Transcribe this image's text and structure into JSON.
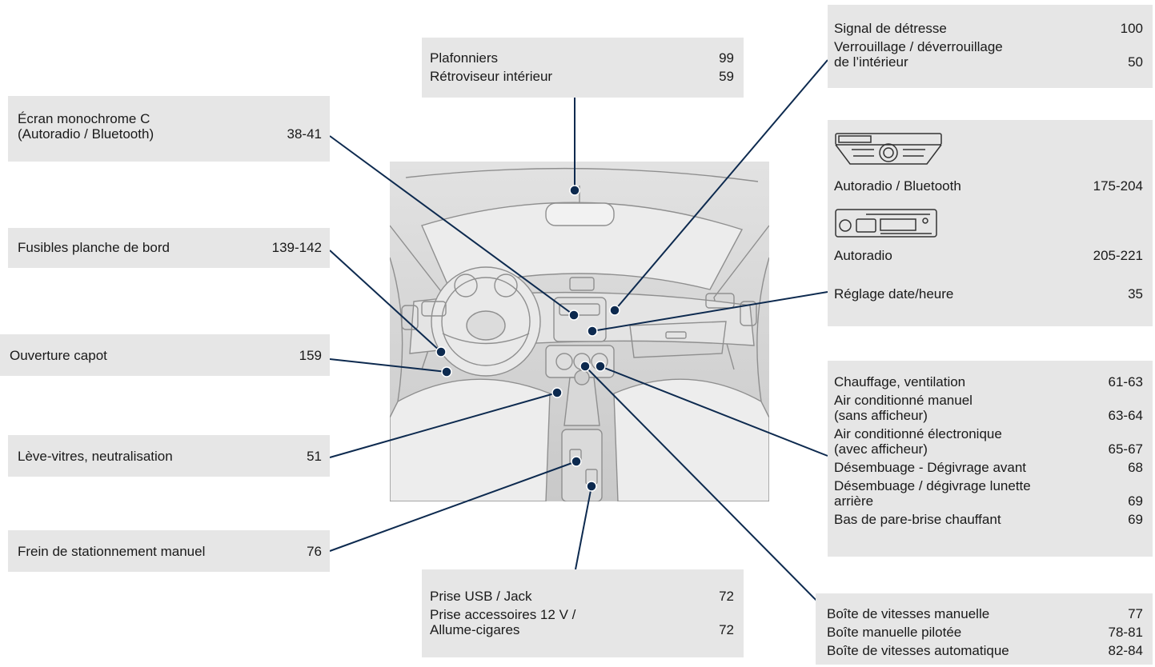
{
  "boxes": {
    "plafonniers": [
      {
        "label": "Plafonniers",
        "page": "99"
      },
      {
        "label": "Rétroviseur intérieur",
        "page": "59"
      }
    ],
    "ecran": [
      {
        "label": "Écran monochrome C\n  (Autoradio / Bluetooth)",
        "page": "38-41"
      }
    ],
    "fusibles": [
      {
        "label": "Fusibles planche de bord",
        "page": "139-142"
      }
    ],
    "capot": [
      {
        "label": "Ouverture capot",
        "page": "159"
      }
    ],
    "leve_vitres": [
      {
        "label": "Lève-vitres, neutralisation",
        "page": "51"
      }
    ],
    "frein": [
      {
        "label": "Frein de stationnement manuel",
        "page": "76"
      }
    ],
    "prise": [
      {
        "label": "Prise USB / Jack",
        "page": "72"
      },
      {
        "label": "Prise accessoires 12 V /\n  Allume-cigares",
        "page": "72"
      }
    ],
    "signal": [
      {
        "label": "Signal de détresse",
        "page": "100"
      },
      {
        "label": "Verrouillage / déverrouillage\n  de l’intérieur",
        "page": "50"
      }
    ],
    "autoradio": [
      {
        "label": "Autoradio / Bluetooth",
        "page": "175-204"
      },
      {
        "label": "Autoradio",
        "page": "205-221"
      },
      {
        "label": "Réglage date/heure",
        "page": "35"
      }
    ],
    "chauffage": [
      {
        "label": "Chauffage, ventilation",
        "page": "61-63"
      },
      {
        "label": "Air conditionné manuel\n  (sans afficheur)",
        "page": "63-64"
      },
      {
        "label": "Air conditionné électronique\n  (avec afficheur)",
        "page": "65-67"
      },
      {
        "label": "Désembuage - Dégivrage avant",
        "page": "68"
      },
      {
        "label": "Désembuage / dégivrage lunette\n  arrière",
        "page": "69"
      },
      {
        "label": "Bas de pare-brise chauffant",
        "page": "69"
      }
    ],
    "boite": [
      {
        "label": "Boîte de vitesses manuelle",
        "page": "77"
      },
      {
        "label": "Boîte manuelle pilotée",
        "page": "78-81"
      },
      {
        "label": "Boîte de vitesses automatique",
        "page": "82-84"
      }
    ]
  },
  "colors": {
    "box_bg": "#e6e6e6",
    "callout_line": "#0d2a4f",
    "photo_bg": "#d6d6d6"
  }
}
